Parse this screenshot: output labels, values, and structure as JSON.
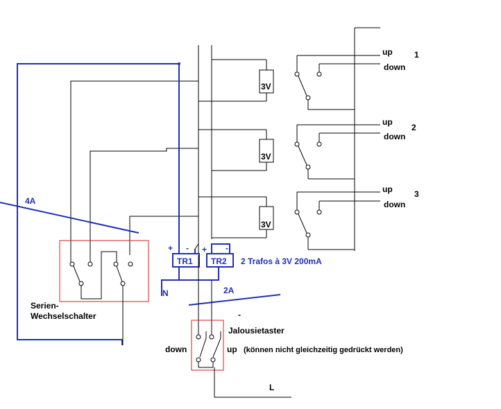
{
  "colors": {
    "blue_wire": "#1f2fb4",
    "black_wire": "#000000",
    "switch_box": "#d02020"
  },
  "labels": {
    "fuse_4a": "4A",
    "fuse_2a": "2A",
    "neutral": "N",
    "live": "L",
    "transformers": "2 Trafos à 3V 200mA",
    "tr1": "TR1",
    "tr2": "TR2",
    "plus": "+",
    "minus": "-",
    "relay_voltage": "3V",
    "series_switch_line1": "Serien-",
    "series_switch_line2": "Wechselschalter",
    "blind_switch": "Jalousietaster",
    "blind_note": "(können nicht gleichzeitig gedrückt werden)",
    "down": "down",
    "up": "up",
    "dash": "-",
    "motor_1": "1",
    "motor_2": "2",
    "motor_3": "3"
  }
}
